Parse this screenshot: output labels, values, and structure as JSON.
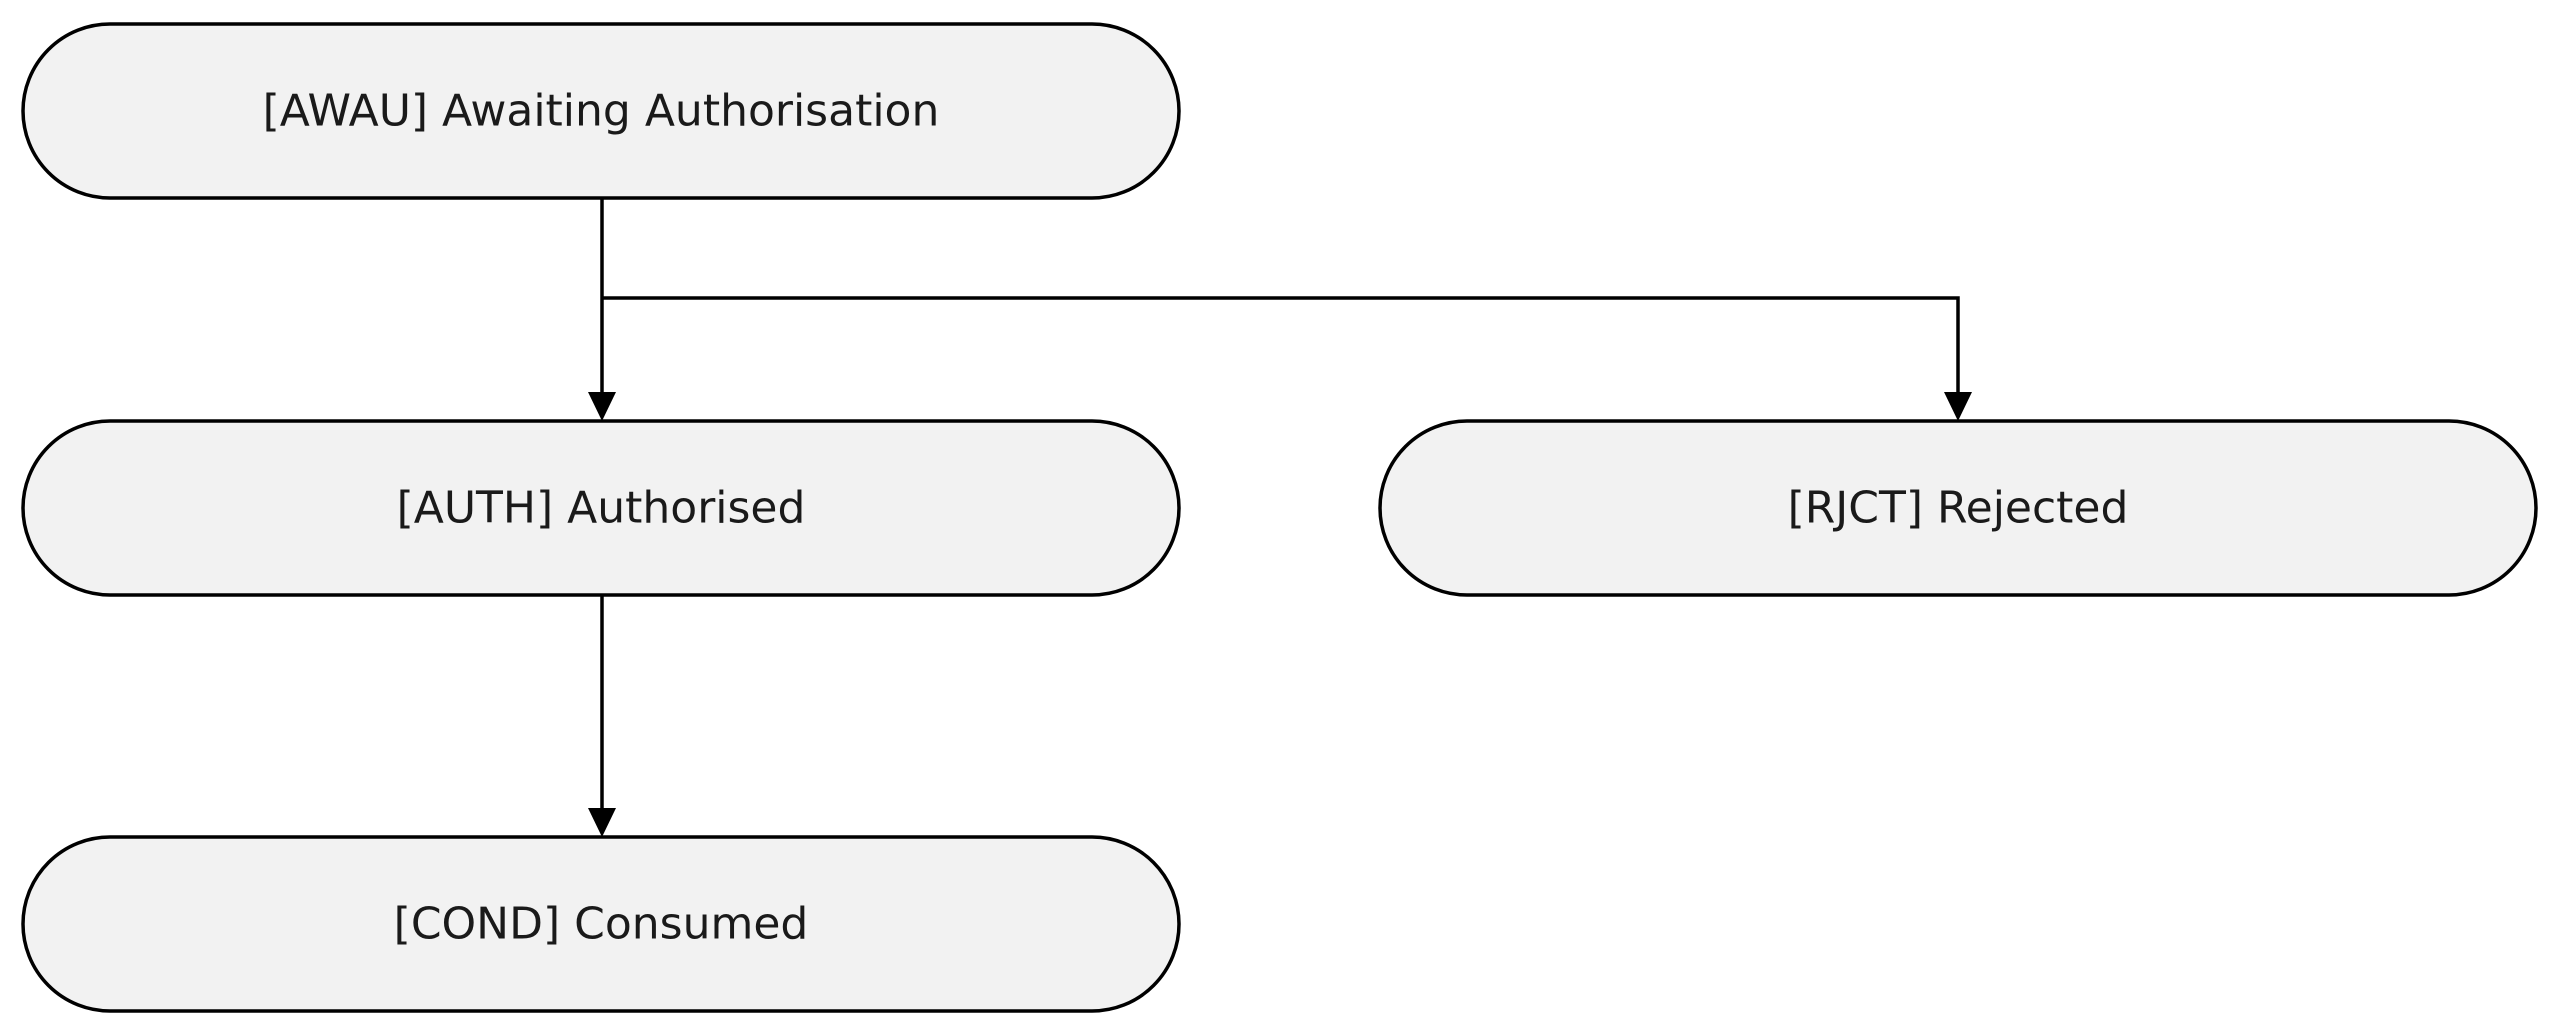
{
  "diagram": {
    "type": "state-flow",
    "colors": {
      "node_fill": "#f2f2f2",
      "node_stroke": "#000000",
      "edge": "#000000",
      "text": "#1a1a1a"
    },
    "nodes": [
      {
        "id": "awau",
        "label": "[AWAU] Awaiting Authorisation"
      },
      {
        "id": "auth",
        "label": "[AUTH] Authorised"
      },
      {
        "id": "rjct",
        "label": "[RJCT] Rejected"
      },
      {
        "id": "cond",
        "label": "[COND] Consumed"
      }
    ],
    "edges": [
      {
        "from": "awau",
        "to": "auth"
      },
      {
        "from": "awau",
        "to": "rjct"
      },
      {
        "from": "auth",
        "to": "cond"
      }
    ]
  }
}
